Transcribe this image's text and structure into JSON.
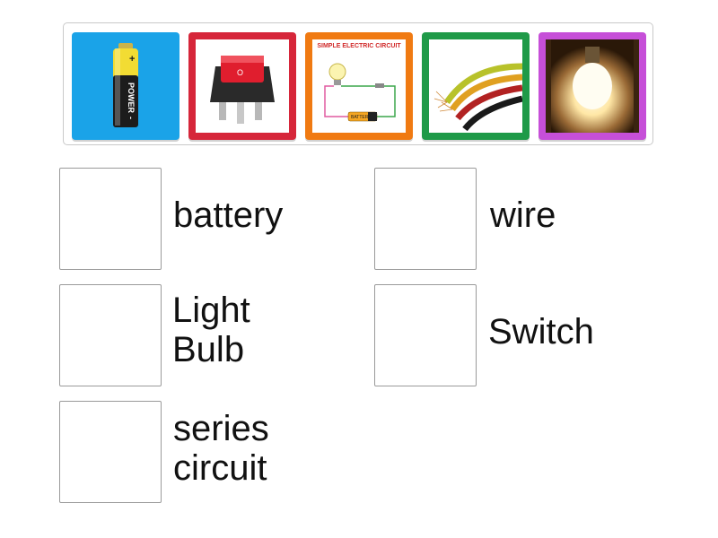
{
  "tray": {
    "cards": [
      {
        "name": "battery-image-card",
        "icon": "aa-battery-icon",
        "color": "#1aa3e8",
        "text": "POWER"
      },
      {
        "name": "switch-image-card",
        "icon": "rocker-switch-icon",
        "color": "#d6263a",
        "text": "O"
      },
      {
        "name": "series-circuit-image-card",
        "icon": "circuit-diagram-icon",
        "color": "#f07a12",
        "title": "SIMPLE ELECTRIC CIRCUIT",
        "battery_text": "BATTERY"
      },
      {
        "name": "wire-image-card",
        "icon": "wires-icon",
        "color": "#1f9a48"
      },
      {
        "name": "light-bulb-image-card",
        "icon": "glowing-bulb-icon",
        "color": "#c64fd8"
      }
    ]
  },
  "targets": [
    {
      "label": "battery"
    },
    {
      "label": "wire"
    },
    {
      "label": "Light\nBulb"
    },
    {
      "label": "Switch"
    },
    {
      "label": "series\ncircuit"
    }
  ]
}
